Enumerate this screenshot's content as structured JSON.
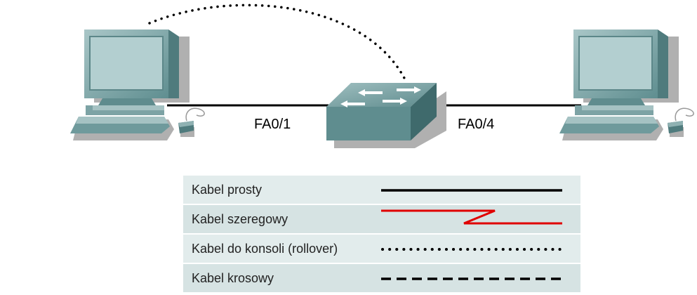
{
  "ports": {
    "left": "FA0/1",
    "right": "FA0/4"
  },
  "legend": {
    "items": [
      {
        "label": "Kabel prosty",
        "style": "solid",
        "color": "#000000"
      },
      {
        "label": "Kabel szeregowy",
        "style": "serial",
        "color": "#e00000"
      },
      {
        "label": "Kabel do konsoli (rollover)",
        "style": "dotted",
        "color": "#000000"
      },
      {
        "label": "Kabel krosowy",
        "style": "dashed",
        "color": "#000000"
      }
    ],
    "row_colors": [
      "#e2ecec",
      "#d6e3e3"
    ]
  },
  "colors": {
    "device_body": "#6f9a9c",
    "device_light": "#a8c4c5",
    "device_dark": "#3f6668",
    "screen": "#b3cfd0",
    "shadow": "#a9a9a9"
  }
}
